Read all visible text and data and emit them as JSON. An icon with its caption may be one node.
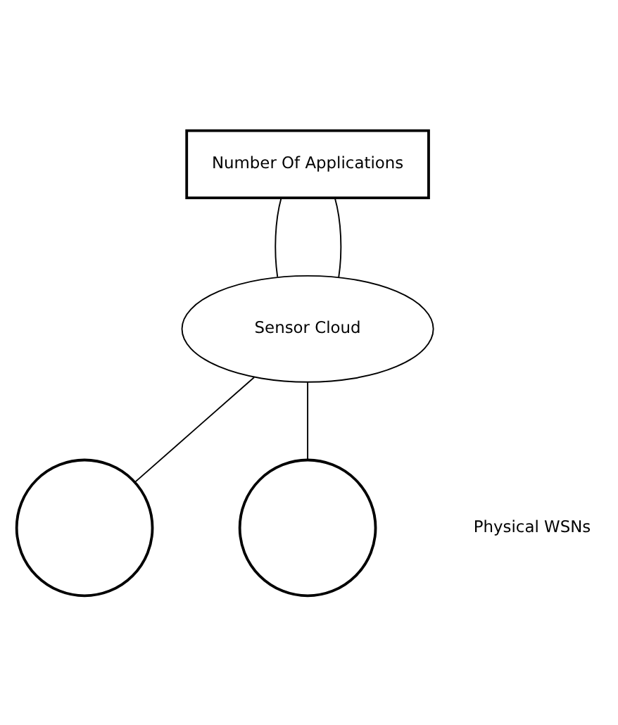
{
  "diagram": {
    "nodes": [
      {
        "text": [
          "Number Of Applications"
        ]
      },
      {
        "text": [
          "Sensor Cloud"
        ]
      },
      {
        "text": [],
        "shape": "circle"
      },
      {
        "text": [],
        "shape": "circle"
      }
    ],
    "edges": [
      {
        "from": 0,
        "to": 1,
        "arrow": "none"
      },
      {
        "from": 0,
        "to": 1,
        "arrow": "none"
      },
      {
        "from": 1,
        "to": 2,
        "arrow": "none"
      },
      {
        "from": 1,
        "to": 3,
        "arrow": "none"
      }
    ],
    "labels": [
      "Physical WSNs"
    ]
  }
}
